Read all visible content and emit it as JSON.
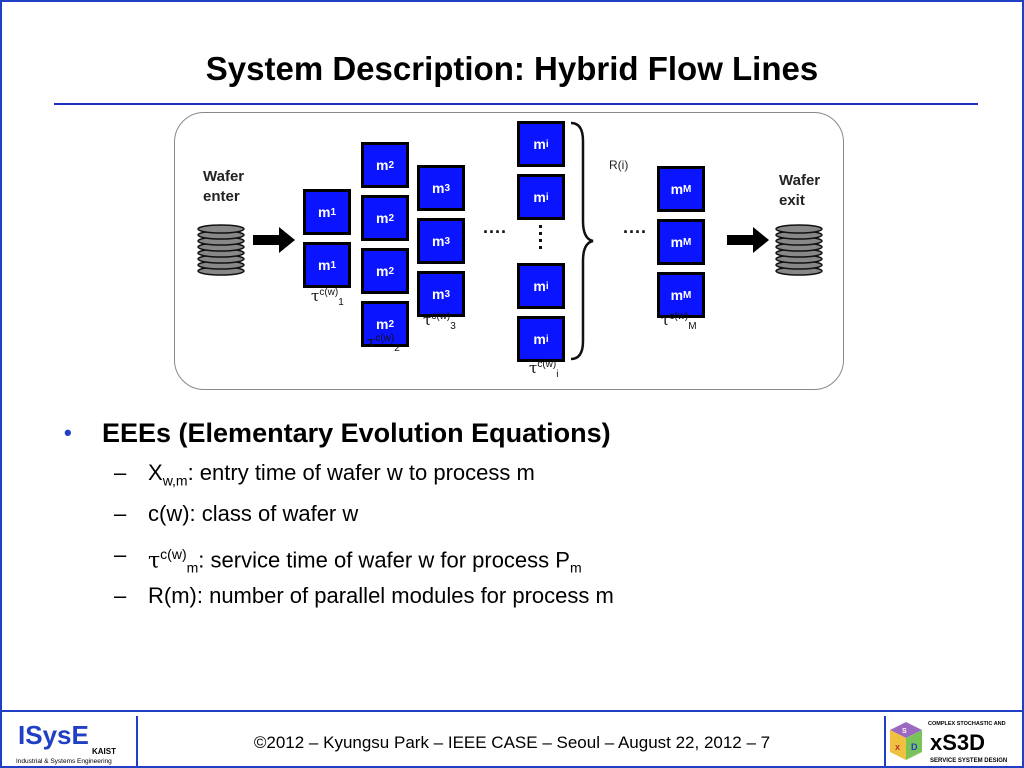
{
  "slide": {
    "title": "System Description: Hybrid Flow Lines"
  },
  "diagram": {
    "wafer_enter_line1": "Wafer",
    "wafer_enter_line2": "enter",
    "wafer_exit_line1": "Wafer",
    "wafer_exit_line2": "exit",
    "bracket_label": "R(i)",
    "dots": "....",
    "stages": [
      {
        "module_base": "m",
        "module_sub": "1",
        "count": 2,
        "tau_base": "τ",
        "tau_sup": "c(w)",
        "tau_sub": "1"
      },
      {
        "module_base": "m",
        "module_sub": "2",
        "count": 4,
        "tau_base": "τ",
        "tau_sup": "c(w)",
        "tau_sub": "2"
      },
      {
        "module_base": "m",
        "module_sub": "3",
        "count": 3,
        "tau_base": "τ",
        "tau_sup": "c(w)",
        "tau_sub": "3"
      },
      {
        "module_base": "m",
        "module_sub": "i",
        "count": 4,
        "tau_base": "τ",
        "tau_sup": "c(w)",
        "tau_sub": "i"
      },
      {
        "module_base": "m",
        "module_sub": "M",
        "count": 3,
        "tau_base": "τ",
        "tau_sup": "c(w)",
        "tau_sub": "M"
      }
    ]
  },
  "bullets": {
    "main": "EEEs (Elementary Evolution Equations)",
    "dash": "–",
    "items": [
      {
        "base": "X",
        "sub": "w,m",
        "text": ": entry time of wafer w to process m"
      },
      {
        "text": "c(w): class of wafer w"
      },
      {
        "base": "τ",
        "sup": "c(w)",
        "sub": "m",
        "text": ": service time of wafer w for process P",
        "tail_sub": "m"
      },
      {
        "text": "R(m): number of parallel modules for process m"
      }
    ]
  },
  "footer": {
    "text": "©2012 – Kyungsu Park – IEEE CASE – Seoul – August 22, 2012 – 7",
    "logo_left_main": "ISysE",
    "logo_left_sub1": "KAIST",
    "logo_left_sub2": "Industrial & Systems Engineering",
    "logo_right_main": "xS3D",
    "logo_right_top": "COMPLEX STOCHASTIC AND",
    "logo_right_bottom": "SERVICE SYSTEM DESIGN",
    "logo_right_cube_s": "S",
    "logo_right_cube_x": "x",
    "logo_right_cube_d": "D"
  },
  "colors": {
    "module_fill": "#0a14ff",
    "accent_blue": "#1f3fc4"
  }
}
